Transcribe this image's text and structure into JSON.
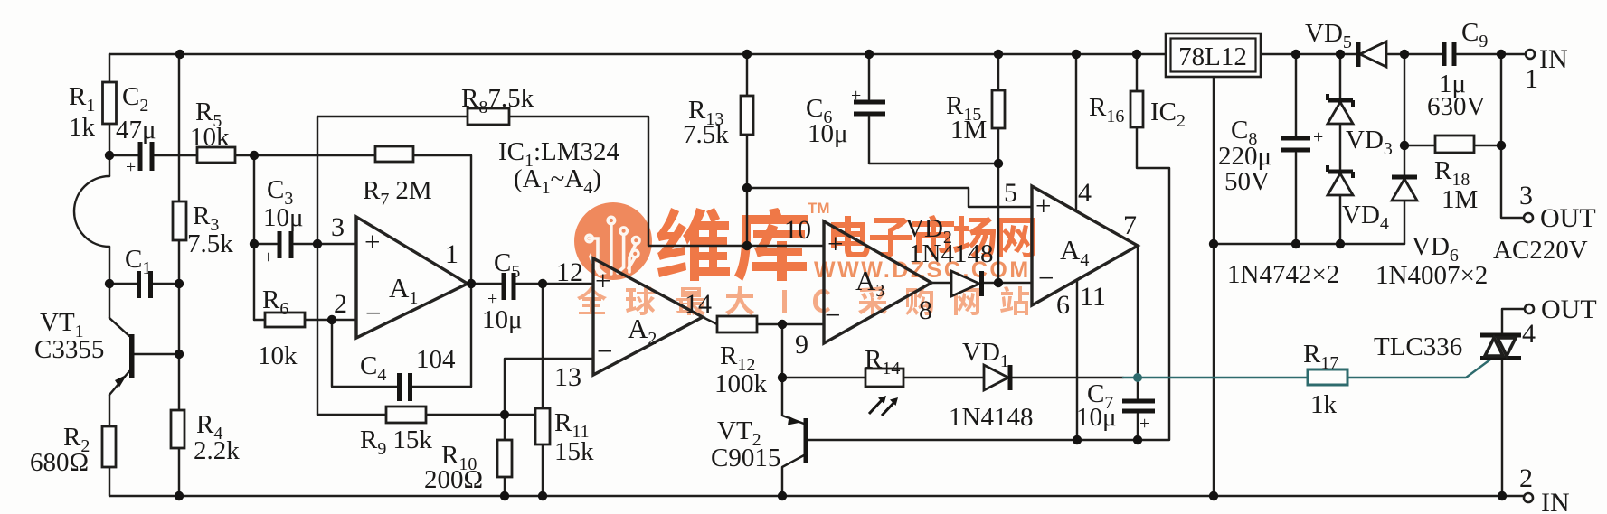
{
  "watermark": {
    "brand": "维库",
    "brand_tm": "TM",
    "brand_suffix": "电子市场网",
    "url": "WWW.DZSC.COM",
    "slogan": "全球最大IC采购网站",
    "brand_color": "#ee6f3a",
    "url_color": "#ef8a58",
    "slogan_color": "#f4a47e",
    "logo_color": "#ef8151"
  },
  "ics": {
    "ic1_line1": {
      "pre": "IC",
      "sub": "1",
      "post": ":LM324"
    },
    "ic1_line2": {
      "pre": "(A",
      "sub1": "1",
      "mid": "~A",
      "sub2": "4",
      "post": ")"
    },
    "regulator": "78L12",
    "ic2": {
      "pre": "IC",
      "sub": "2"
    }
  },
  "opamps": {
    "a1": {
      "name": "A",
      "sub": "1",
      "plus": "+",
      "minus": "−",
      "pin_plus": "3",
      "pin_minus": "2",
      "pin_out": "1"
    },
    "a2": {
      "name": "A",
      "sub": "2",
      "plus": "+",
      "minus": "−",
      "pin_plus": "12",
      "pin_minus": "13",
      "pin_out": "14"
    },
    "a3": {
      "name": "A",
      "sub": "3",
      "plus": "+",
      "minus": "−",
      "pin_plus": "10",
      "pin_minus": "9",
      "pin_out": "8"
    },
    "a4": {
      "name": "A",
      "sub": "4",
      "plus": "+",
      "minus": "−",
      "pin_plus": "5",
      "pin_minus": "6",
      "pin_out": "7",
      "pin_vcc": "4",
      "pin_gnd": "11"
    }
  },
  "components": {
    "r1": {
      "ref": "R",
      "sub": "1",
      "value": "1k"
    },
    "r2": {
      "ref": "R",
      "sub": "2",
      "value": "680Ω"
    },
    "r3": {
      "ref": "R",
      "sub": "3",
      "value": "7.5k"
    },
    "r4": {
      "ref": "R",
      "sub": "4",
      "value": "2.2k"
    },
    "r5": {
      "ref": "R",
      "sub": "5",
      "value": "10k"
    },
    "r6": {
      "ref": "R",
      "sub": "6",
      "value": "10k"
    },
    "r7": {
      "ref": "R",
      "sub": "7",
      "value": "2M"
    },
    "r8": {
      "ref": "R",
      "sub": "8",
      "value": "7.5k"
    },
    "r9": {
      "ref": "R",
      "sub": "9",
      "value": "15k"
    },
    "r10": {
      "ref": "R",
      "sub": "10",
      "value": "200Ω"
    },
    "r11": {
      "ref": "R",
      "sub": "11",
      "value": "15k"
    },
    "r12": {
      "ref": "R",
      "sub": "12",
      "value": "100k"
    },
    "r13": {
      "ref": "R",
      "sub": "13",
      "value": "7.5k"
    },
    "r14": {
      "ref": "R",
      "sub": "14"
    },
    "r15": {
      "ref": "R",
      "sub": "15",
      "value": "1M"
    },
    "r16": {
      "ref": "R",
      "sub": "16"
    },
    "r17": {
      "ref": "R",
      "sub": "17",
      "value": "1k"
    },
    "r18": {
      "ref": "R",
      "sub": "18",
      "value": "1M"
    },
    "c1": {
      "ref": "C",
      "sub": "1"
    },
    "c2": {
      "ref": "C",
      "sub": "2",
      "value": "47μ"
    },
    "c3": {
      "ref": "C",
      "sub": "3",
      "value": "10μ"
    },
    "c4": {
      "ref": "C",
      "sub": "4",
      "value": "104"
    },
    "c5": {
      "ref": "C",
      "sub": "5",
      "value": "10μ"
    },
    "c6": {
      "ref": "C",
      "sub": "6",
      "value": "10μ"
    },
    "c7": {
      "ref": "C",
      "sub": "7",
      "value": "10μ"
    },
    "c8": {
      "ref": "C",
      "sub": "8",
      "value": "220μ",
      "value2": "50V"
    },
    "c9": {
      "ref": "C",
      "sub": "9",
      "value": "1μ",
      "value2": "630V"
    },
    "vt1": {
      "ref": "VT",
      "sub": "1",
      "value": "C3355"
    },
    "vt2": {
      "ref": "VT",
      "sub": "2",
      "value": "C9015"
    },
    "vd1": {
      "ref": "VD",
      "sub": "1",
      "value": "1N4148"
    },
    "vd2": {
      "ref": "VD",
      "sub": "2",
      "value": "1N4148"
    },
    "vd3": {
      "ref": "VD",
      "sub": "3"
    },
    "vd4": {
      "ref": "VD",
      "sub": "4"
    },
    "vd5": {
      "ref": "VD",
      "sub": "5"
    },
    "vd6": {
      "ref": "VD",
      "sub": "6"
    },
    "zener_pair": "1N4742×2",
    "diode_pair": "1N4007×2",
    "triac": "TLC336",
    "plus_mark": "+"
  },
  "terminals": {
    "t1": {
      "num": "1",
      "label": "IN"
    },
    "t2": {
      "num": "2",
      "label": "IN"
    },
    "t3": {
      "num": "3",
      "label": "OUT"
    },
    "t4": {
      "num": "4",
      "label": "OUT"
    },
    "mains": "AC220V"
  }
}
